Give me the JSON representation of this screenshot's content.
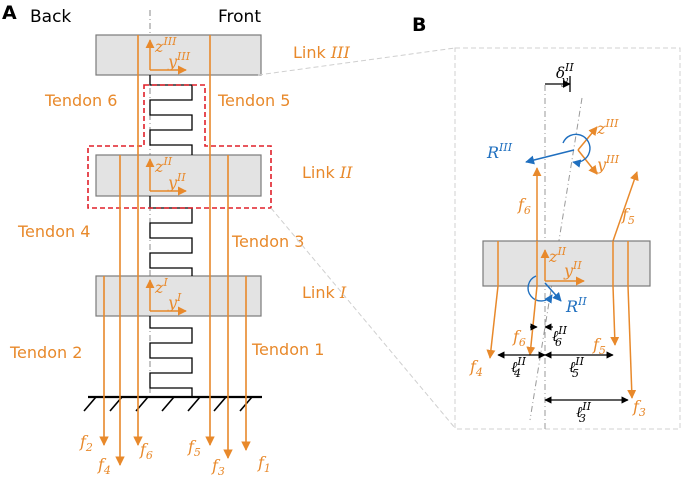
{
  "colors": {
    "tendon": "#e8892b",
    "moment": "#1f6fbf",
    "link_fill": "#e3e3e3",
    "link_stroke": "#7a7a7a",
    "highlight": "#e0202a",
    "zoom_box": "#d0d0d0"
  },
  "panel_a": {
    "label": "A",
    "back": "Back",
    "front": "Front",
    "links": [
      {
        "name": "Link",
        "roman": "III"
      },
      {
        "name": "Link",
        "roman": "II"
      },
      {
        "name": "Link",
        "roman": "I"
      }
    ],
    "tendons": [
      {
        "name": "Tendon 6"
      },
      {
        "name": "Tendon 5"
      },
      {
        "name": "Tendon 4"
      },
      {
        "name": "Tendon 3"
      },
      {
        "name": "Tendon 2"
      },
      {
        "name": "Tendon 1"
      }
    ],
    "frames": [
      {
        "z": "z",
        "y": "y",
        "sup": "III"
      },
      {
        "z": "z",
        "y": "y",
        "sup": "II"
      },
      {
        "z": "z",
        "y": "y",
        "sup": "I"
      }
    ],
    "forces": [
      {
        "sym": "f",
        "sub": "2"
      },
      {
        "sym": "f",
        "sub": "4"
      },
      {
        "sym": "f",
        "sub": "6"
      },
      {
        "sym": "f",
        "sub": "5"
      },
      {
        "sym": "f",
        "sub": "3"
      },
      {
        "sym": "f",
        "sub": "1"
      }
    ]
  },
  "panel_b": {
    "label": "B",
    "delta": {
      "sym": "δ",
      "sup": "II",
      "sub": "y"
    },
    "R_top": {
      "sym": "R",
      "sup": "III"
    },
    "R_mid": {
      "sym": "R",
      "sup": "II"
    },
    "z_top": {
      "sym": "z",
      "sup": "III"
    },
    "y_top": {
      "sym": "y",
      "sup": "III"
    },
    "z_mid": {
      "sym": "z",
      "sup": "II"
    },
    "y_mid": {
      "sym": "y",
      "sup": "II"
    },
    "f6_upper": {
      "sym": "f",
      "sub": "6"
    },
    "f5_upper": {
      "sym": "f",
      "sub": "5"
    },
    "f6_lower": {
      "sym": "f",
      "sub": "6"
    },
    "f5_lower": {
      "sym": "f",
      "sub": "5"
    },
    "f4": {
      "sym": "f",
      "sub": "4"
    },
    "f3": {
      "sym": "f",
      "sub": "3"
    },
    "l6": {
      "sym": "ℓ",
      "sup": "II",
      "sub": "6"
    },
    "l4": {
      "sym": "ℓ",
      "sup": "II",
      "sub": "4"
    },
    "l5": {
      "sym": "ℓ",
      "sup": "II",
      "sub": "5"
    },
    "l3": {
      "sym": "ℓ",
      "sup": "II",
      "sub": "3"
    }
  }
}
